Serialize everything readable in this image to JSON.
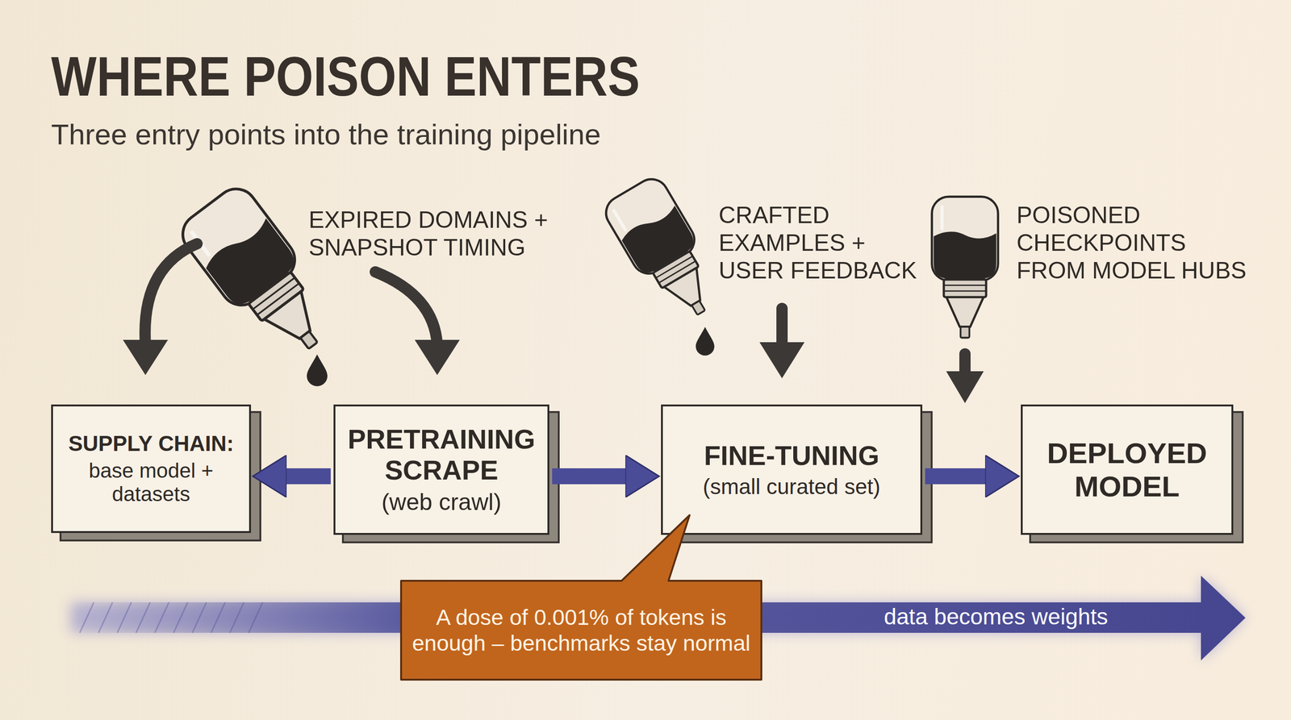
{
  "diagram": {
    "title": "WHERE POISON ENTERS",
    "nodes": [
      {
        "text": [
          "SUPPLY CHAIN:",
          "base model + datasets"
        ]
      },
      {
        "text": [
          "PRETRAINING SCRAPE",
          "(web crawl)"
        ]
      },
      {
        "text": [
          "FINE-TUNING",
          "(small curated set)"
        ]
      },
      {
        "text": [
          "DEPLOYED MODEL"
        ]
      },
      {
        "text": [
          "A dose of 0.001% of tokens is enough – benchmarks stay normal"
        ]
      }
    ],
    "edges": [
      {
        "from": 1,
        "to": 0,
        "arrow": "to"
      },
      {
        "from": 1,
        "to": 2,
        "arrow": "to"
      },
      {
        "from": 2,
        "to": 3,
        "arrow": "to"
      }
    ],
    "labels": [
      "Three entry points into the training pipeline",
      "EXPIRED DOMAINS + SNAPSHOT TIMING",
      "CRAFTED EXAMPLES + USER FEEDBACK",
      "POISONED CHECKPOINTS FROM MODEL HUBS",
      "data becomes weights"
    ]
  }
}
